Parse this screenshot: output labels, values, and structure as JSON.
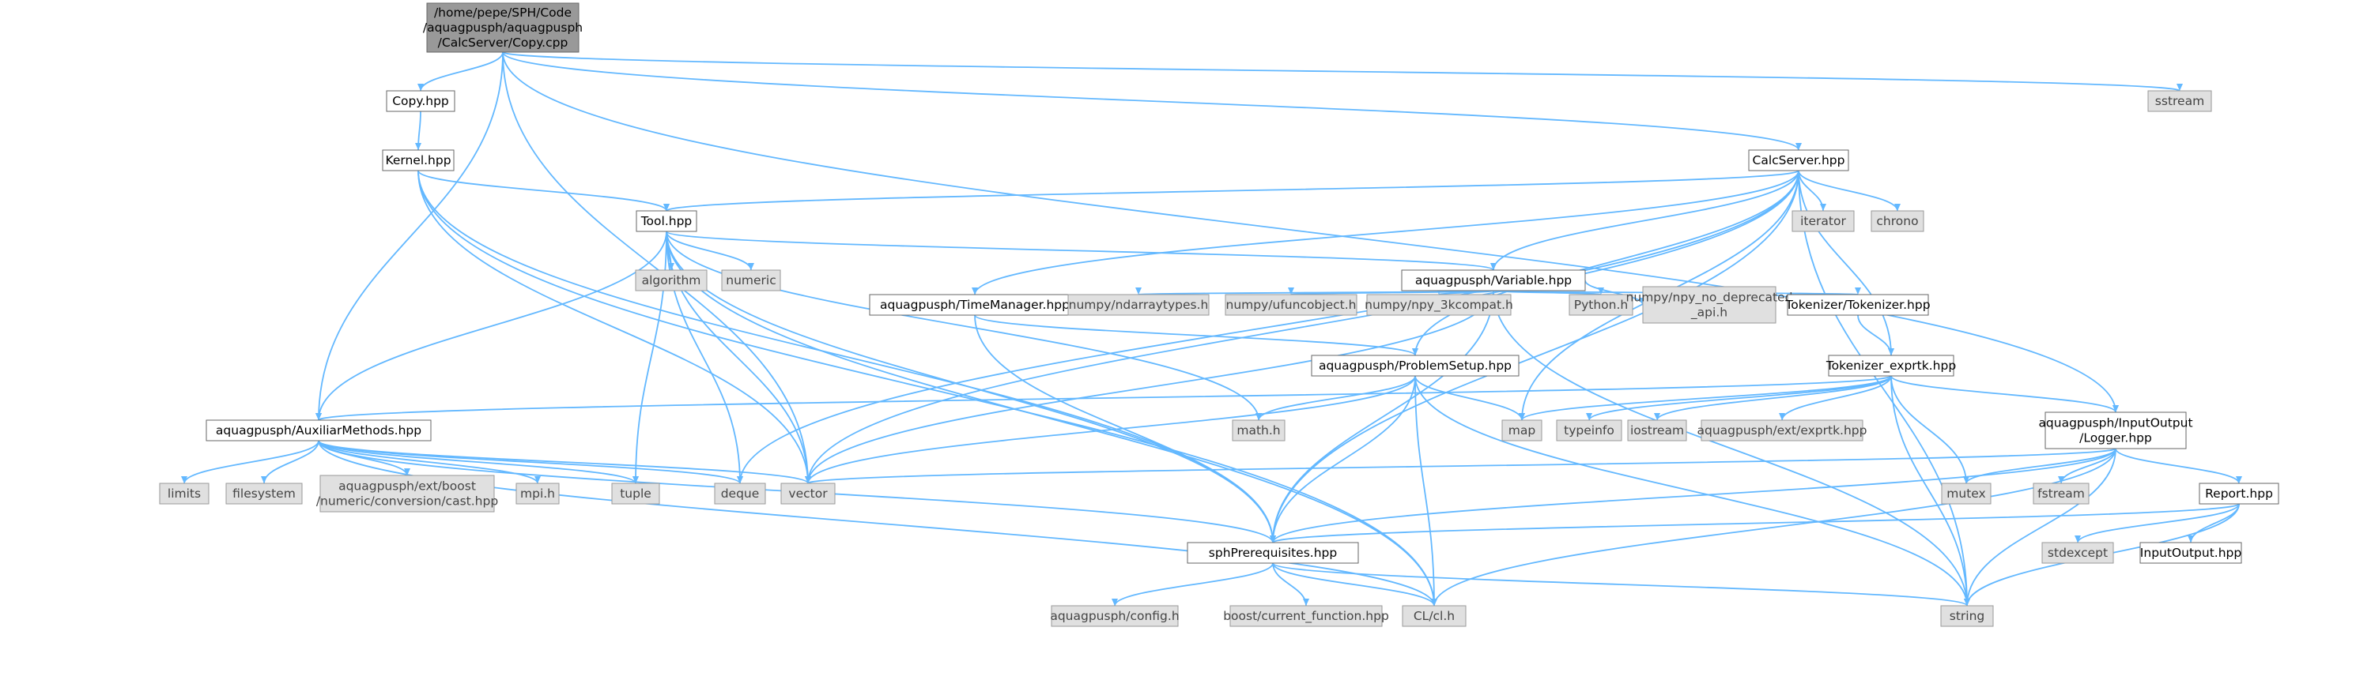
{
  "graph": {
    "root": "/home/pepe/SPH/Code/aquagpusph/aquagpusph/CalcServer/Copy.cpp",
    "nodes": [
      {
        "id": "root",
        "lines": [
          "/home/pepe/SPH/Code",
          "/aquagpusph/aquagpusph",
          "/CalcServer/Copy.cpp"
        ],
        "kind": "root"
      },
      {
        "id": "copy",
        "lines": [
          "Copy.hpp"
        ],
        "kind": "local"
      },
      {
        "id": "kernel",
        "lines": [
          "Kernel.hpp"
        ],
        "kind": "local"
      },
      {
        "id": "tool",
        "lines": [
          "Tool.hpp"
        ],
        "kind": "local"
      },
      {
        "id": "calcserver",
        "lines": [
          "CalcServer.hpp"
        ],
        "kind": "local"
      },
      {
        "id": "sstream",
        "lines": [
          "sstream"
        ],
        "kind": "ext"
      },
      {
        "id": "iterator",
        "lines": [
          "iterator"
        ],
        "kind": "ext"
      },
      {
        "id": "chrono",
        "lines": [
          "chrono"
        ],
        "kind": "ext"
      },
      {
        "id": "algorithm",
        "lines": [
          "algorithm"
        ],
        "kind": "ext"
      },
      {
        "id": "numeric",
        "lines": [
          "numeric"
        ],
        "kind": "ext"
      },
      {
        "id": "variable",
        "lines": [
          "aquagpusph/Variable.hpp"
        ],
        "kind": "local"
      },
      {
        "id": "timemanager",
        "lines": [
          "aquagpusph/TimeManager.hpp"
        ],
        "kind": "local"
      },
      {
        "id": "ndarraytypes",
        "lines": [
          "numpy/ndarraytypes.h"
        ],
        "kind": "ext"
      },
      {
        "id": "ufuncobject",
        "lines": [
          "numpy/ufuncobject.h"
        ],
        "kind": "ext"
      },
      {
        "id": "npy3k",
        "lines": [
          "numpy/npy_3kcompat.h"
        ],
        "kind": "ext"
      },
      {
        "id": "python",
        "lines": [
          "Python.h"
        ],
        "kind": "ext"
      },
      {
        "id": "npydeprecated",
        "lines": [
          "numpy/npy_no_deprecated",
          "_api.h"
        ],
        "kind": "ext"
      },
      {
        "id": "tokenizer",
        "lines": [
          "Tokenizer/Tokenizer.hpp"
        ],
        "kind": "local"
      },
      {
        "id": "problemsetup",
        "lines": [
          "aquagpusph/ProblemSetup.hpp"
        ],
        "kind": "local"
      },
      {
        "id": "tokexprtk",
        "lines": [
          "Tokenizer_exprtk.hpp"
        ],
        "kind": "local"
      },
      {
        "id": "auxiliar",
        "lines": [
          "aquagpusph/AuxiliarMethods.hpp"
        ],
        "kind": "local"
      },
      {
        "id": "mathh",
        "lines": [
          "math.h"
        ],
        "kind": "ext"
      },
      {
        "id": "map",
        "lines": [
          "map"
        ],
        "kind": "ext"
      },
      {
        "id": "typeinfo",
        "lines": [
          "typeinfo"
        ],
        "kind": "ext"
      },
      {
        "id": "iostream",
        "lines": [
          "iostream"
        ],
        "kind": "ext"
      },
      {
        "id": "exprtk",
        "lines": [
          "aquagpusph/ext/exprtk.hpp"
        ],
        "kind": "ext"
      },
      {
        "id": "logger",
        "lines": [
          "aquagpusph/InputOutput",
          "/Logger.hpp"
        ],
        "kind": "local"
      },
      {
        "id": "limits",
        "lines": [
          "limits"
        ],
        "kind": "ext"
      },
      {
        "id": "filesystem",
        "lines": [
          "filesystem"
        ],
        "kind": "ext"
      },
      {
        "id": "boostcast",
        "lines": [
          "aquagpusph/ext/boost",
          "/numeric/conversion/cast.hpp"
        ],
        "kind": "ext"
      },
      {
        "id": "mpih",
        "lines": [
          "mpi.h"
        ],
        "kind": "ext"
      },
      {
        "id": "tuple",
        "lines": [
          "tuple"
        ],
        "kind": "ext"
      },
      {
        "id": "deque",
        "lines": [
          "deque"
        ],
        "kind": "ext"
      },
      {
        "id": "vector",
        "lines": [
          "vector"
        ],
        "kind": "ext"
      },
      {
        "id": "mutex",
        "lines": [
          "mutex"
        ],
        "kind": "ext"
      },
      {
        "id": "fstream",
        "lines": [
          "fstream"
        ],
        "kind": "ext"
      },
      {
        "id": "report",
        "lines": [
          "Report.hpp"
        ],
        "kind": "local"
      },
      {
        "id": "sph",
        "lines": [
          "sphPrerequisites.hpp"
        ],
        "kind": "local"
      },
      {
        "id": "stdexcept",
        "lines": [
          "stdexcept"
        ],
        "kind": "ext"
      },
      {
        "id": "inputoutput",
        "lines": [
          "InputOutput.hpp"
        ],
        "kind": "local"
      },
      {
        "id": "config",
        "lines": [
          "aquagpusph/config.h"
        ],
        "kind": "ext"
      },
      {
        "id": "boostfn",
        "lines": [
          "boost/current_function.hpp"
        ],
        "kind": "ext"
      },
      {
        "id": "clh",
        "lines": [
          "CL/cl.h"
        ],
        "kind": "ext"
      },
      {
        "id": "string",
        "lines": [
          "string"
        ],
        "kind": "ext"
      }
    ],
    "edges": [
      [
        "root",
        "copy"
      ],
      [
        "root",
        "auxiliar"
      ],
      [
        "root",
        "vector"
      ],
      [
        "root",
        "calcserver"
      ],
      [
        "root",
        "logger"
      ],
      [
        "root",
        "sstream"
      ],
      [
        "copy",
        "kernel"
      ],
      [
        "kernel",
        "tool"
      ],
      [
        "kernel",
        "vector"
      ],
      [
        "kernel",
        "sph"
      ],
      [
        "kernel",
        "clh"
      ],
      [
        "calcserver",
        "tool"
      ],
      [
        "calcserver",
        "iterator"
      ],
      [
        "calcserver",
        "chrono"
      ],
      [
        "calcserver",
        "variable"
      ],
      [
        "calcserver",
        "timemanager"
      ],
      [
        "calcserver",
        "problemsetup"
      ],
      [
        "calcserver",
        "deque"
      ],
      [
        "calcserver",
        "vector"
      ],
      [
        "calcserver",
        "map"
      ],
      [
        "calcserver",
        "sph"
      ],
      [
        "calcserver",
        "string"
      ],
      [
        "calcserver",
        "tokexprtk"
      ],
      [
        "tool",
        "algorithm"
      ],
      [
        "tool",
        "numeric"
      ],
      [
        "tool",
        "variable"
      ],
      [
        "tool",
        "auxiliar"
      ],
      [
        "tool",
        "mathh"
      ],
      [
        "tool",
        "vector"
      ],
      [
        "tool",
        "deque"
      ],
      [
        "tool",
        "tuple"
      ],
      [
        "tool",
        "sph"
      ],
      [
        "tool",
        "clh"
      ],
      [
        "variable",
        "ndarraytypes"
      ],
      [
        "variable",
        "ufuncobject"
      ],
      [
        "variable",
        "npy3k"
      ],
      [
        "variable",
        "python"
      ],
      [
        "variable",
        "npydeprecated"
      ],
      [
        "variable",
        "tokenizer"
      ],
      [
        "variable",
        "vector"
      ],
      [
        "variable",
        "sph"
      ],
      [
        "variable",
        "string"
      ],
      [
        "timemanager",
        "problemsetup"
      ],
      [
        "timemanager",
        "sph"
      ],
      [
        "tokenizer",
        "tokexprtk"
      ],
      [
        "problemsetup",
        "mathh"
      ],
      [
        "problemsetup",
        "map"
      ],
      [
        "problemsetup",
        "vector"
      ],
      [
        "problemsetup",
        "sph"
      ],
      [
        "problemsetup",
        "clh"
      ],
      [
        "problemsetup",
        "string"
      ],
      [
        "tokexprtk",
        "auxiliar"
      ],
      [
        "tokexprtk",
        "map"
      ],
      [
        "tokexprtk",
        "typeinfo"
      ],
      [
        "tokexprtk",
        "iostream"
      ],
      [
        "tokexprtk",
        "exprtk"
      ],
      [
        "tokexprtk",
        "logger"
      ],
      [
        "tokexprtk",
        "mutex"
      ],
      [
        "tokexprtk",
        "string"
      ],
      [
        "auxiliar",
        "limits"
      ],
      [
        "auxiliar",
        "filesystem"
      ],
      [
        "auxiliar",
        "boostcast"
      ],
      [
        "auxiliar",
        "mpih"
      ],
      [
        "auxiliar",
        "tuple"
      ],
      [
        "auxiliar",
        "deque"
      ],
      [
        "auxiliar",
        "vector"
      ],
      [
        "auxiliar",
        "sph"
      ],
      [
        "auxiliar",
        "clh"
      ],
      [
        "logger",
        "vector"
      ],
      [
        "logger",
        "mutex"
      ],
      [
        "logger",
        "fstream"
      ],
      [
        "logger",
        "report"
      ],
      [
        "logger",
        "sph"
      ],
      [
        "logger",
        "clh"
      ],
      [
        "logger",
        "string"
      ],
      [
        "report",
        "stdexcept"
      ],
      [
        "report",
        "inputoutput"
      ],
      [
        "report",
        "sph"
      ],
      [
        "report",
        "string"
      ],
      [
        "sph",
        "config"
      ],
      [
        "sph",
        "boostfn"
      ],
      [
        "sph",
        "clh"
      ],
      [
        "sph",
        "string"
      ]
    ]
  }
}
